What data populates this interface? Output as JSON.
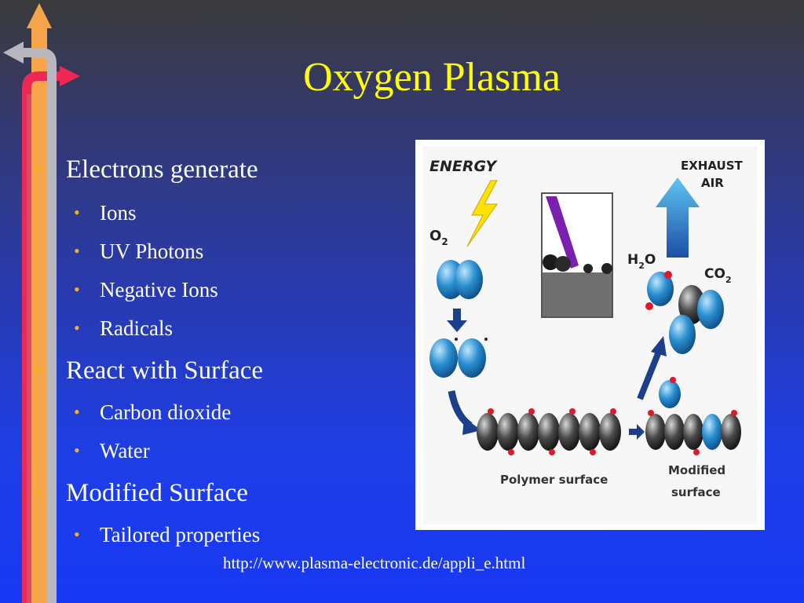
{
  "slide": {
    "title": "Oxygen Plasma",
    "bullets": [
      {
        "label": "Electrons generate",
        "children": [
          "Ions",
          "UV Photons",
          "Negative Ions",
          "Radicals"
        ]
      },
      {
        "label": "React with Surface",
        "children": [
          "Carbon dioxide",
          "Water"
        ]
      },
      {
        "label": "Modified Surface",
        "children": [
          "Tailored properties"
        ]
      }
    ],
    "bullet_glyph": "•",
    "caption": "http://www.plasma-electronic.de/appli_e.html"
  },
  "figure": {
    "energy_label": "ENERGY",
    "exhaust_line1": "EXHAUST",
    "exhaust_line2": "AIR",
    "o2_label": "O",
    "o2_sub": "2",
    "h2o_label_h": "H",
    "h2o_sub": "2",
    "h2o_label_o": "O",
    "co2_label": "CO",
    "co2_sub": "2",
    "polymer_label": "Polymer surface",
    "modified_line1": "Modified",
    "modified_line2": "surface"
  },
  "colors": {
    "title": "#ffff00",
    "bullet": "#f5b21e",
    "oxygen": "#2a8fd0",
    "carbon": "#3a3a3a",
    "hydrogen": "#e0182c",
    "arrow": "#1c3f8c",
    "lightning": "#ffe000"
  }
}
